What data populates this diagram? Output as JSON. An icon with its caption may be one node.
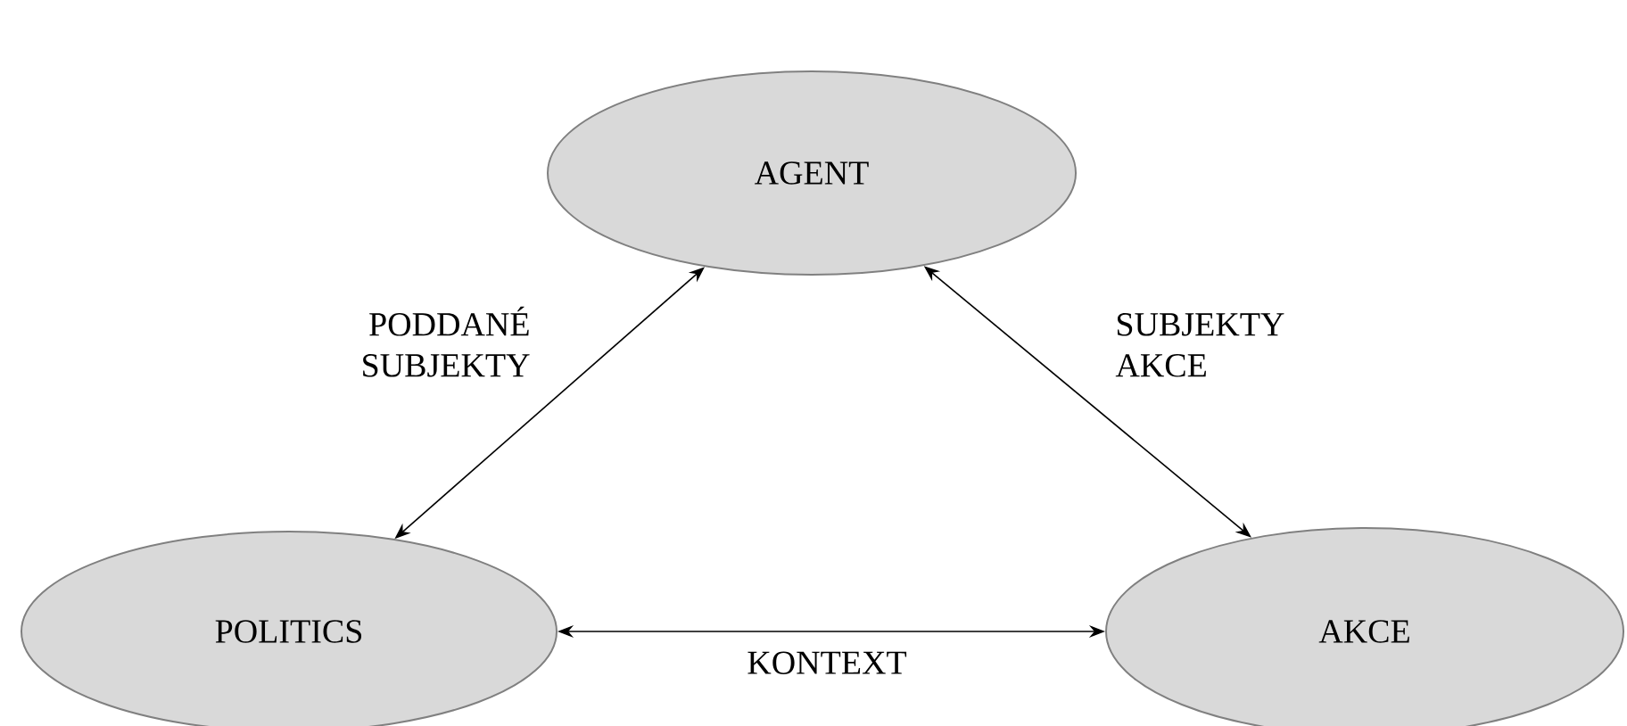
{
  "diagram": {
    "nodes": [
      {
        "text": [
          "AGENT"
        ]
      },
      {
        "text": [
          "POLITICS"
        ]
      },
      {
        "text": [
          "AKCE"
        ]
      }
    ],
    "edges": [
      {
        "from": 0,
        "to": 1,
        "arrow": "both",
        "label": "PODDANÉ SUBJEKTY"
      },
      {
        "from": 0,
        "to": 2,
        "arrow": "both",
        "label": "SUBJEKTY AKCE"
      },
      {
        "from": 1,
        "to": 2,
        "arrow": "both",
        "label": "KONTEXT"
      }
    ]
  }
}
